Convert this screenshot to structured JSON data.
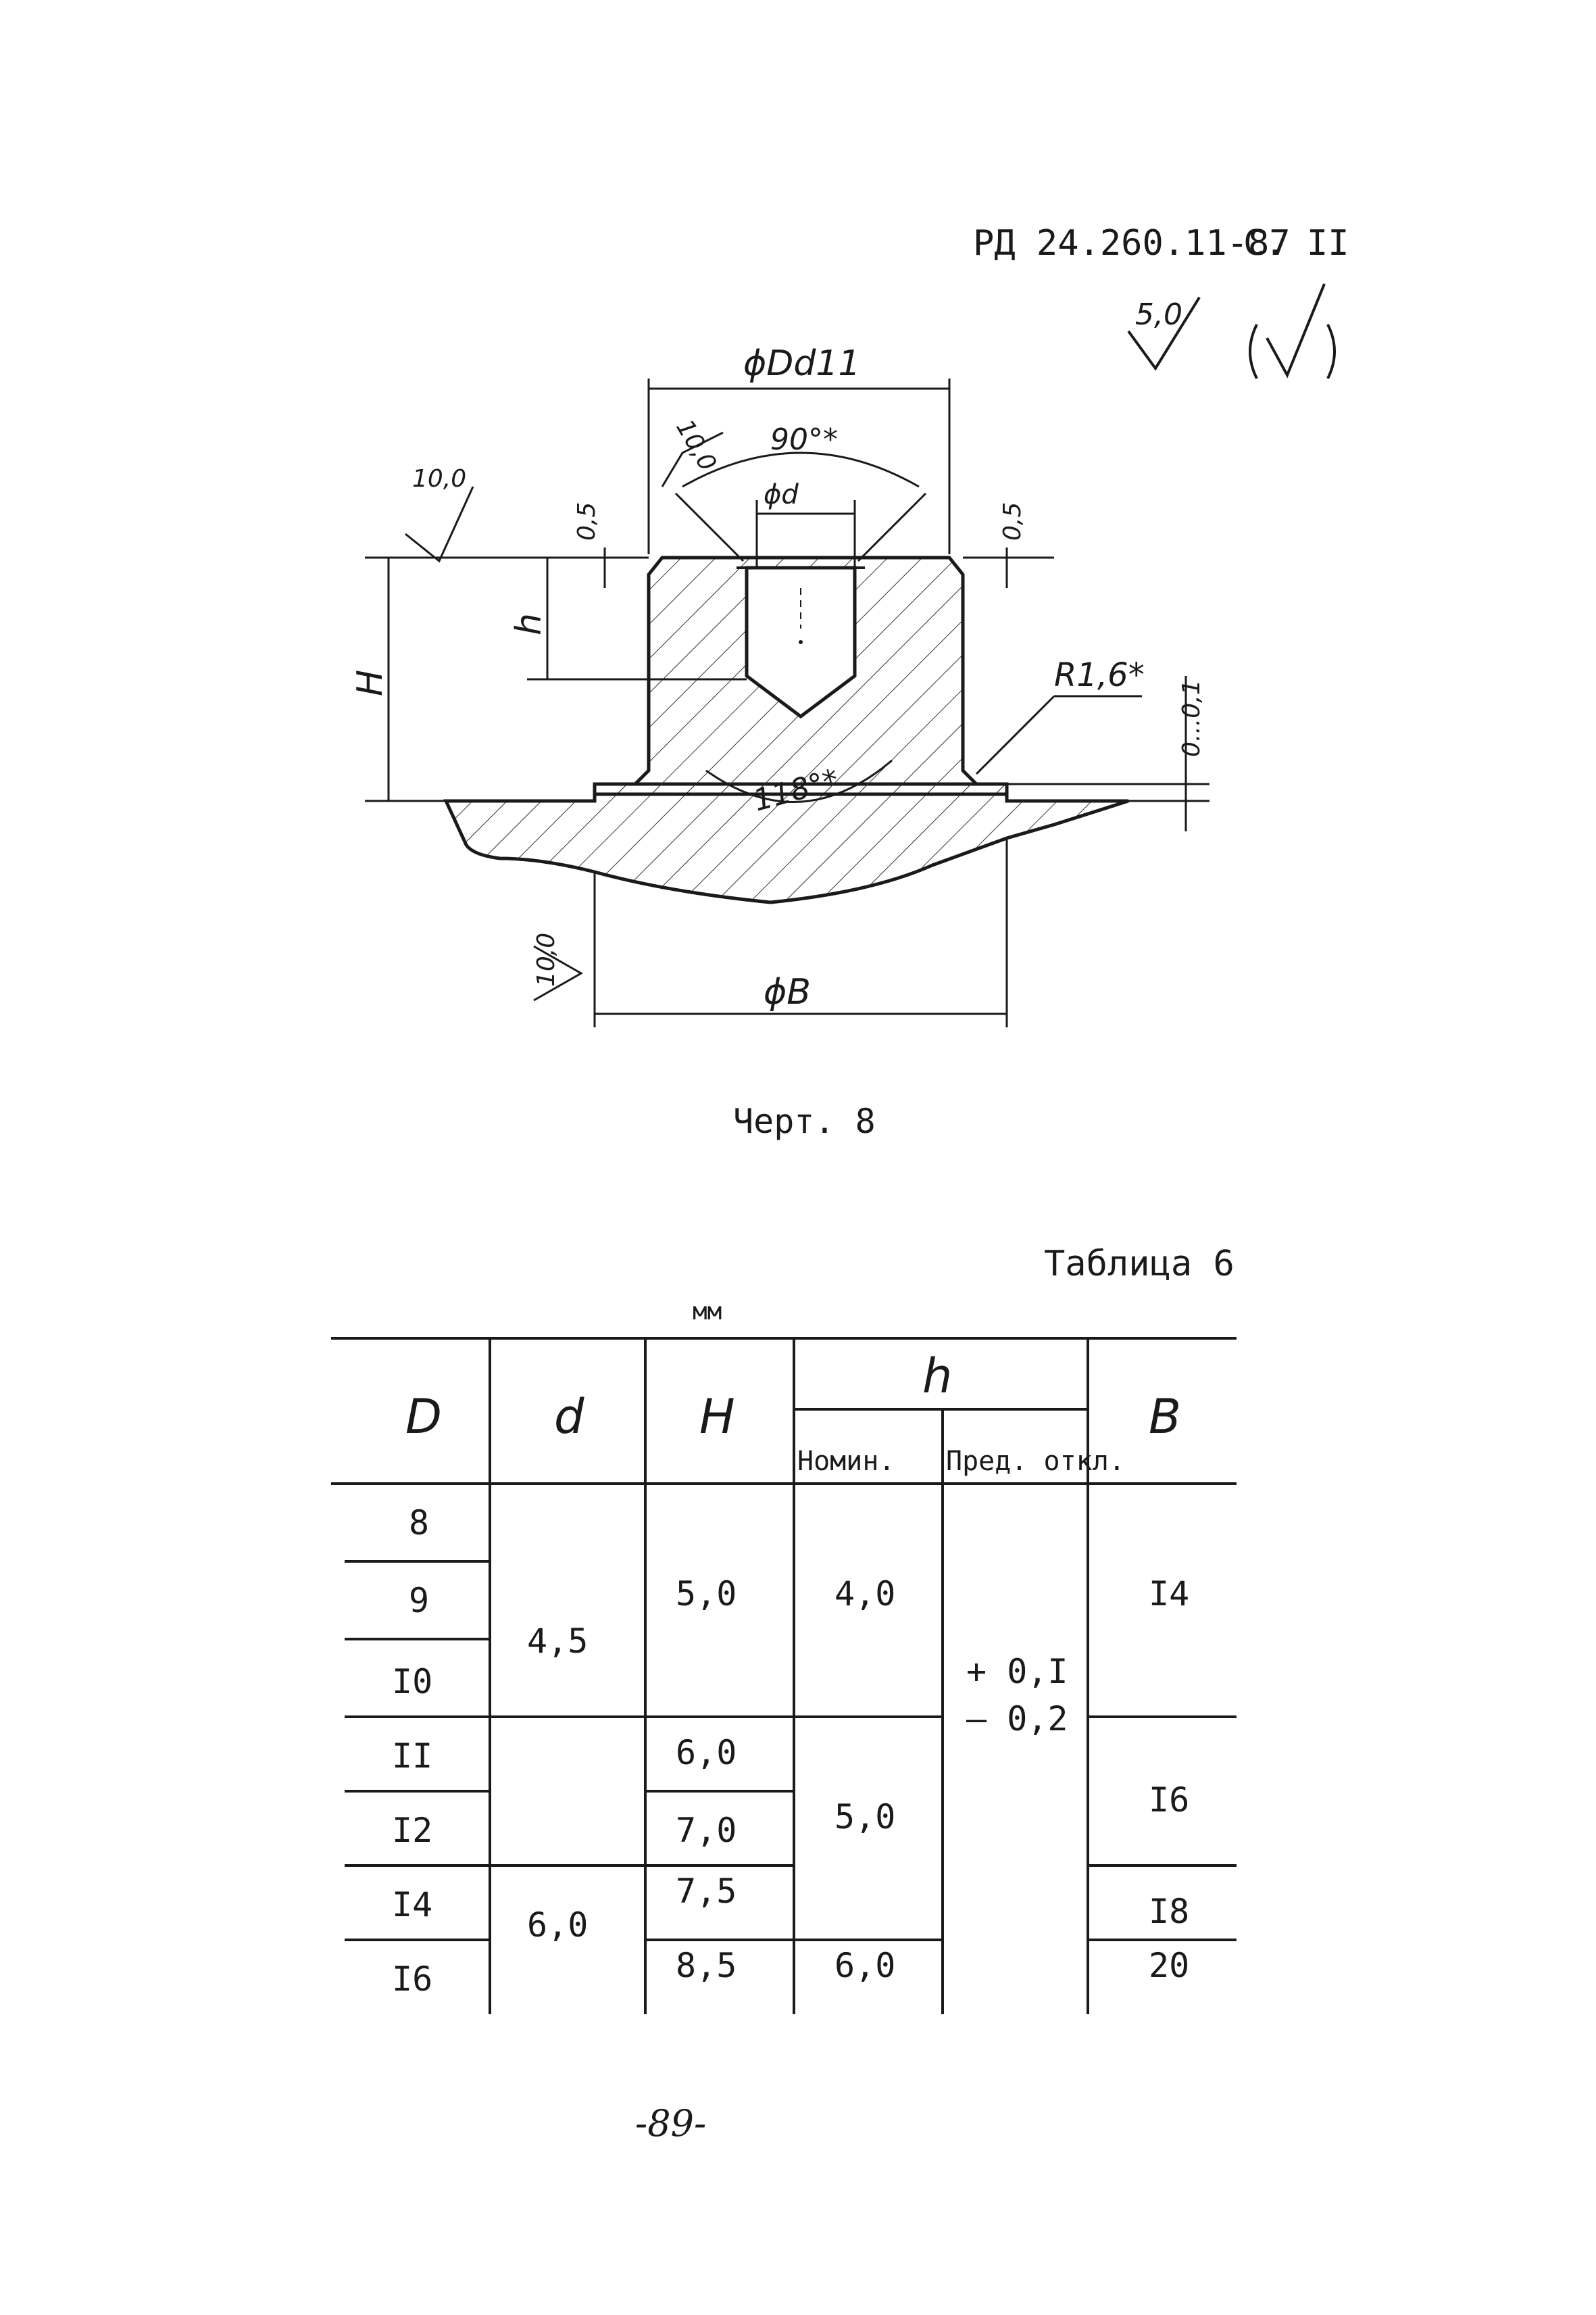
{
  "header": {
    "doc_code": "РД 24.260.11-87",
    "page_ref": "С. II",
    "roughness_main": "5,0"
  },
  "drawing": {
    "dims": {
      "outer_diameter": "ϕDd11",
      "chamfer_angle": "90°*",
      "inner_diameter": "ϕd",
      "roughness_top": "10,0",
      "roughness_left": "10,0",
      "roughness_bottom": "10,0",
      "chamfer_left": "0,5",
      "chamfer_right": "0,5",
      "height_H": "H",
      "height_h": "h",
      "radius": "R1,6*",
      "gap": "0...0,1",
      "drill_angle": "118°*",
      "base_diameter": "ϕB"
    },
    "caption": "Черт. 8"
  },
  "table": {
    "title": "Таблица 6",
    "unit": "мм",
    "headers": {
      "D": "D",
      "d": "d",
      "H": "H",
      "h": "h",
      "h_nom": "Номин.",
      "h_dev": "Пред. откл.",
      "B": "B"
    },
    "D": [
      "8",
      "9",
      "I0",
      "II",
      "I2",
      "I4",
      "I6"
    ],
    "d": [
      "4,5",
      "6,0"
    ],
    "H": [
      "5,0",
      "6,0",
      "7,0",
      "7,5",
      "8,5"
    ],
    "h_nom": [
      "4,0",
      "5,0",
      "6,0"
    ],
    "h_dev": [
      "+ 0,I",
      "– 0,2"
    ],
    "B": [
      "I4",
      "I6",
      "I8",
      "20"
    ]
  },
  "footer": {
    "page_number": "-89-"
  }
}
